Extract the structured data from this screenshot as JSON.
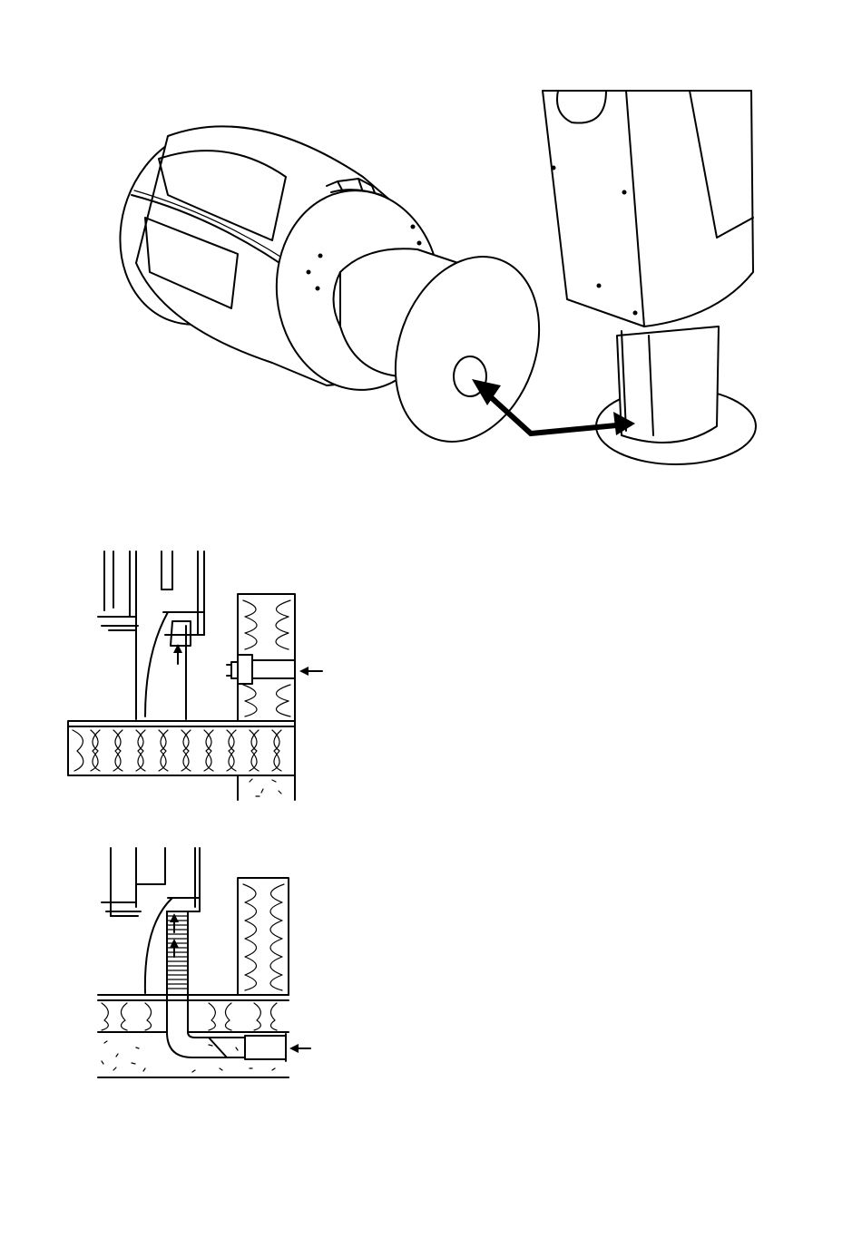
{
  "figures": [
    {
      "id": "stove-air-inlet-assembly",
      "label": ""
    },
    {
      "id": "section-wall-air-inlet",
      "label": ""
    },
    {
      "id": "section-floor-air-inlet",
      "label": ""
    }
  ]
}
